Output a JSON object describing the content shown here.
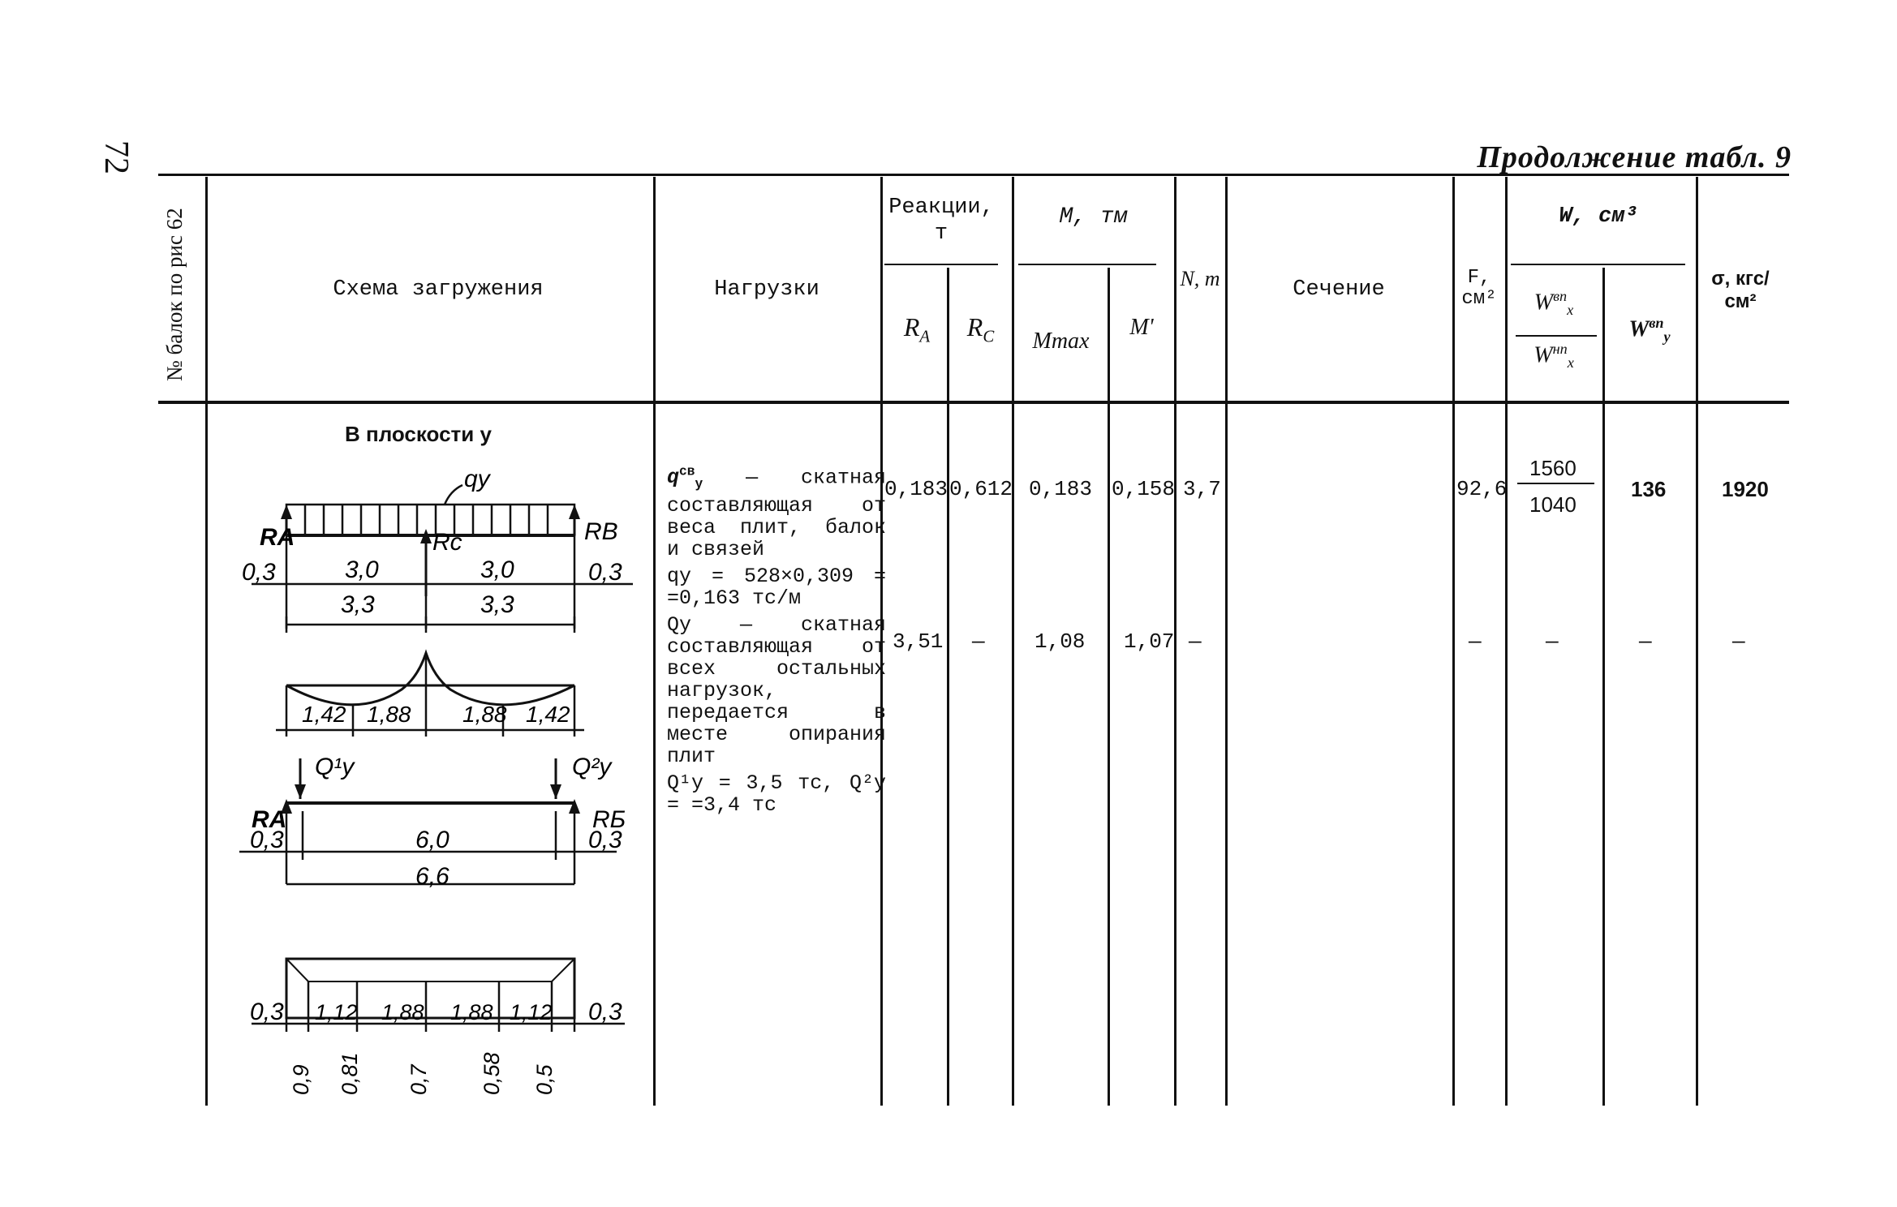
{
  "page": {
    "number": "72",
    "continuation": "Продолжение табл. 9"
  },
  "header": {
    "col_beam_no": "№ балок по рис 62",
    "col_scheme": "Схема загружения",
    "col_loads": "Нагрузки",
    "col_reactions": "Реакции, т",
    "col_ra": "R",
    "col_ra_sub": "A",
    "col_rc": "R",
    "col_rc_sub": "C",
    "col_m": "М, тм",
    "col_mmax": "Mmax",
    "col_mprime": "M'",
    "col_n": "N, т",
    "col_section": "Сечение",
    "col_f": "F, см²",
    "col_w": "W, см³",
    "col_wx_top": "W",
    "col_wx_top_sup": "вп",
    "col_wx_top_sub": "x",
    "col_wx_bot": "W",
    "col_wx_bot_sup": "нп",
    "col_wx_bot_sub": "x",
    "col_wy": "W",
    "col_wy_sup": "вп",
    "col_wy_sub": "y",
    "col_sigma": "σ, кгс/см²"
  },
  "body": {
    "plane_label": "В плоскости y",
    "loads": {
      "p1_sym": "q",
      "p1_sup": "св",
      "p1_sub": "y",
      "p1_text": " — скатная составляющая от веса плит, балок и связей",
      "p2": "qy = 528×0,309 = =0,163 тс/м",
      "p3": "Qy — скатная составляющая от всех остальных нагрузок, передается в месте опирания плит",
      "p4": "Q¹y = 3,5 тс, Q²y = =3,4 тс"
    },
    "row1": {
      "ra": "0,183",
      "rc": "0,612",
      "mmax": "0,183",
      "mprime": "0,158",
      "n": "3,7",
      "f": "92,6",
      "wx_top": "1560",
      "wx_bot": "1040",
      "wy": "136",
      "sigma": "1920"
    },
    "row2": {
      "ra": "3,51",
      "rc": "—",
      "mmax": "1,08",
      "mprime": "1,07",
      "n": "—",
      "f": "—",
      "wx": "—",
      "wy": "—",
      "sigma": "—"
    }
  },
  "diagram": {
    "q_label": "qy",
    "ra": "RA",
    "rc": "Rc",
    "rb": "RB",
    "d1": [
      "0,3",
      "3,0",
      "3,0",
      "0,3"
    ],
    "d2": [
      "3,3",
      "3,3"
    ],
    "m_vals": [
      "1,42",
      "1,88",
      "1,88",
      "1,42"
    ],
    "q1": "Q¹y",
    "q2": "Q²y",
    "ra2": "RA",
    "rb2": "RБ",
    "d3": [
      "0,3",
      "6,0",
      "0,3"
    ],
    "d4": "6,6",
    "d5": [
      "0,3",
      "1,12",
      "1,88",
      "1,88",
      "1,12",
      "0,3"
    ],
    "d6": [
      "0,9",
      "0,81",
      "0,7",
      "0,58",
      "0,5"
    ]
  }
}
